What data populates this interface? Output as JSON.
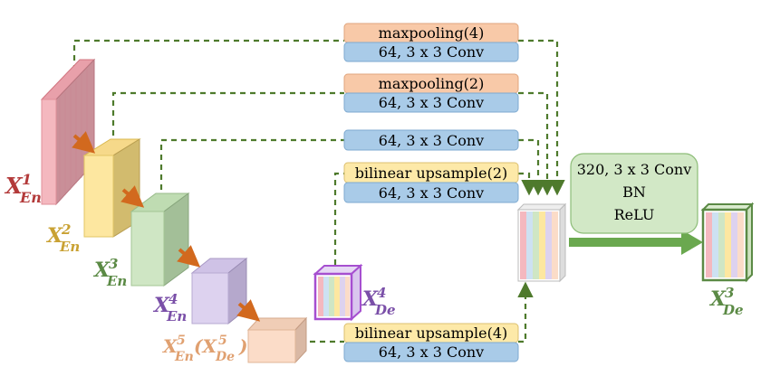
{
  "encoders": [
    {
      "id": "x1",
      "base": "X",
      "sup": "1",
      "sub": "En",
      "color": "#b33a3a",
      "face": "#f4b8bf",
      "side": "#c98f98"
    },
    {
      "id": "x2",
      "base": "X",
      "sup": "2",
      "sub": "En",
      "color": "#c9a132",
      "face": "#fde7a0",
      "side": "#d2bb6e"
    },
    {
      "id": "x3",
      "base": "X",
      "sup": "3",
      "sub": "En",
      "color": "#5b8a45",
      "face": "#cfe6c4",
      "side": "#a3bf98"
    },
    {
      "id": "x4",
      "base": "X",
      "sup": "4",
      "sub": "En",
      "color": "#7a4fa8",
      "face": "#ddd2ef",
      "side": "#b5a8cc"
    },
    {
      "id": "x5",
      "base": "X",
      "sup": "5",
      "sub": "En",
      "extra": "(X",
      "extra_sup": "5",
      "extra_sub": "De",
      "extra_close": ")",
      "color": "#e0a070",
      "face": "#fbdcc8",
      "side": "#d9b8a4"
    }
  ],
  "decoder_in": {
    "base": "X",
    "sup": "4",
    "sub": "De",
    "color": "#7a4fa8"
  },
  "decoder_out": {
    "base": "X",
    "sup": "3",
    "sub": "De",
    "color": "#5b8a45"
  },
  "ops": {
    "row1_top": "maxpooling(4)",
    "row1_bot": "64, 3 x 3 Conv",
    "row2_top": "maxpooling(2)",
    "row2_bot": "64, 3 x 3 Conv",
    "row3": "64, 3 x 3 Conv",
    "row4_top": "bilinear upsample(2)",
    "row4_bot": "64, 3 x 3 Conv",
    "row5_top": "bilinear upsample(4)",
    "row5_bot": "64, 3 x 3 Conv"
  },
  "fusion": {
    "line1": "320, 3 x 3 Conv",
    "line2": "BN",
    "line3": "ReLU"
  },
  "colors": {
    "dashed": "#4e7a2c",
    "pool_fill": "#f8c9a8",
    "conv_fill": "#a9cbe8",
    "upsample_fill": "#fde9a8",
    "fusion_fill": "#d2e8c6",
    "arrow_orange": "#d2691e",
    "arrow_green": "#6aa84f"
  }
}
